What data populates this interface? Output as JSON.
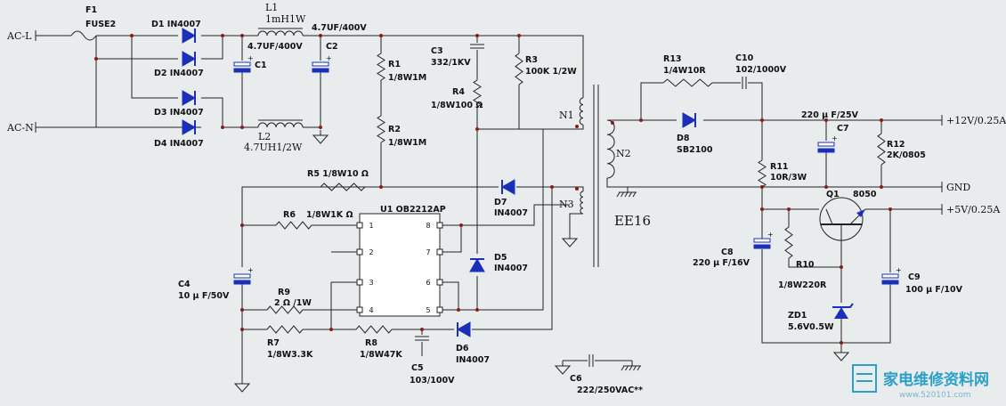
{
  "accent_colors": {
    "wire": "#222",
    "diode": "#1b2fb8",
    "cap_plus": "#1b2fb8",
    "watermark": "#2aa0c8"
  },
  "ports": {
    "ac_l": "AC-L",
    "ac_n": "AC-N",
    "out_12v": "+12V/0.25A",
    "out_gnd": "GND",
    "out_5v": "+5V/0.25A"
  },
  "labels": {
    "f1": "F1",
    "f1_val": "FUSE2",
    "d1": "D1 IN4007",
    "d2": "D2 IN4007",
    "d3": "D3 IN4007",
    "d4": "D4 IN4007",
    "l1": "L1",
    "l1_val": "1mH1W",
    "c1": "C1",
    "c1_val": "4.7UF/400V",
    "c2": "C2",
    "c2_val": "4.7UF/400V",
    "l2": "L2",
    "l2_val": "4.7UH1/2W",
    "c3": "C3",
    "c3_val": "332/1KV",
    "r1": "R1",
    "r1_val": "1/8W1M",
    "r2": "R2",
    "r2_val": "1/8W1M",
    "r3": "R3",
    "r3_val": "100K 1/2W",
    "r4": "R4",
    "r4_val": "1/8W100 Ω",
    "r5": "R5  1/8W10 Ω",
    "r6": "R6",
    "r6_val": "1/8W1K Ω",
    "u1": "U1 OB2212AP",
    "d7": "D7",
    "d7_val": "IN4007",
    "d5": "D5",
    "d5_val": "IN4007",
    "d6": "D6",
    "d6_val": "IN4007",
    "c4": "C4",
    "c4_val": "10 μ F/50V",
    "r9": "R9",
    "r9_val": "2 Ω /1W",
    "r7": "R7",
    "r7_val": "1/8W3.3K",
    "r8": "R8",
    "r8_val": "1/8W47K",
    "c5": "C5",
    "c5_val": "103/100V",
    "c6": "C6",
    "c6_val": "222/250VAC**",
    "n1": "N1",
    "n2": "N2",
    "n3": "N3",
    "ee16": "EE16",
    "r13": "R13",
    "r13_val": "1/4W10R",
    "c10": "C10",
    "c10_val": "102/1000V",
    "d8": "D8",
    "d8_val": "SB2100",
    "c7": "C7",
    "c7_val": "220 μ F/25V",
    "r12": "R12",
    "r12_val": "2K/0805",
    "r11": "R11",
    "r11_val": "10R/3W",
    "q1": "Q1",
    "q1_val": "8050",
    "c8": "C8",
    "c8_val": "220 μ F/16V",
    "r10": "R10",
    "r10_val": "1/8W220R",
    "zd1": "ZD1",
    "zd1_val": "5.6V0.5W",
    "c9": "C9",
    "c9_val": "100 μ F/10V"
  },
  "ic_pins": [
    "1",
    "2",
    "3",
    "4",
    "5",
    "6",
    "7",
    "8"
  ],
  "watermark": {
    "text": "家电维修资料网",
    "url": "www.520101.com"
  }
}
